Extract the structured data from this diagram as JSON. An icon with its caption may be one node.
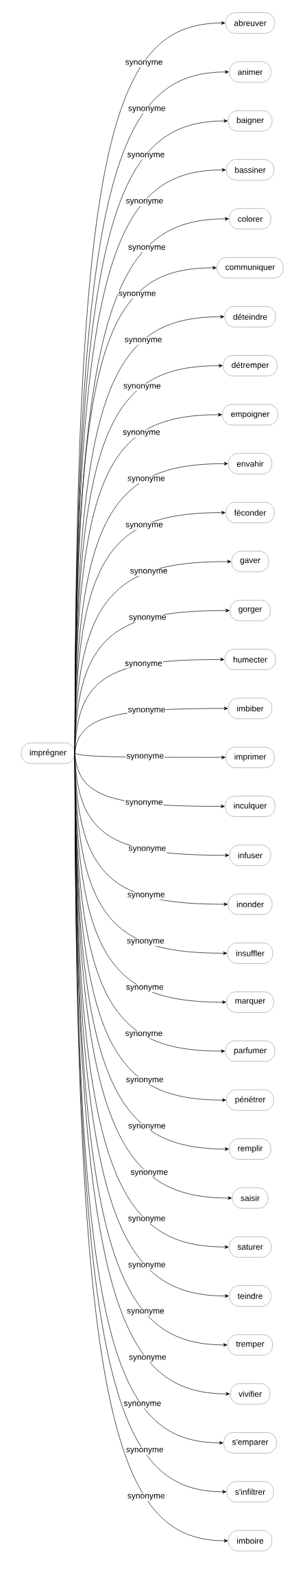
{
  "diagram": {
    "nodes": [
      {
        "text": [
          "imprégner"
        ]
      },
      {
        "text": [
          "abreuver"
        ]
      },
      {
        "text": [
          "animer"
        ]
      },
      {
        "text": [
          "baigner"
        ]
      },
      {
        "text": [
          "bassiner"
        ]
      },
      {
        "text": [
          "colorer"
        ]
      },
      {
        "text": [
          "communiquer"
        ]
      },
      {
        "text": [
          "déteindre"
        ]
      },
      {
        "text": [
          "détremper"
        ]
      },
      {
        "text": [
          "empoigner"
        ]
      },
      {
        "text": [
          "envahir"
        ]
      },
      {
        "text": [
          "féconder"
        ]
      },
      {
        "text": [
          "gaver"
        ]
      },
      {
        "text": [
          "gorger"
        ]
      },
      {
        "text": [
          "humecter"
        ]
      },
      {
        "text": [
          "imbiber"
        ]
      },
      {
        "text": [
          "imprimer"
        ]
      },
      {
        "text": [
          "inculquer"
        ]
      },
      {
        "text": [
          "infuser"
        ]
      },
      {
        "text": [
          "inonder"
        ]
      },
      {
        "text": [
          "insuffler"
        ]
      },
      {
        "text": [
          "marquer"
        ]
      },
      {
        "text": [
          "parfumer"
        ]
      },
      {
        "text": [
          "pénétrer"
        ]
      },
      {
        "text": [
          "remplir"
        ]
      },
      {
        "text": [
          "saisir"
        ]
      },
      {
        "text": [
          "saturer"
        ]
      },
      {
        "text": [
          "teindre"
        ]
      },
      {
        "text": [
          "tremper"
        ]
      },
      {
        "text": [
          "vivifier"
        ]
      },
      {
        "text": [
          "s'emparer"
        ]
      },
      {
        "text": [
          "s'infiltrer"
        ]
      },
      {
        "text": [
          "imboire"
        ]
      }
    ],
    "edges": [
      {
        "from": 0,
        "to": 1,
        "arrow": "to",
        "label": "synonyme"
      },
      {
        "from": 0,
        "to": 2,
        "arrow": "to",
        "label": "synonyme"
      },
      {
        "from": 0,
        "to": 3,
        "arrow": "to",
        "label": "synonyme"
      },
      {
        "from": 0,
        "to": 4,
        "arrow": "to",
        "label": "synonyme"
      },
      {
        "from": 0,
        "to": 5,
        "arrow": "to",
        "label": "synonyme"
      },
      {
        "from": 0,
        "to": 6,
        "arrow": "to",
        "label": "synonyme"
      },
      {
        "from": 0,
        "to": 7,
        "arrow": "to",
        "label": "synonyme"
      },
      {
        "from": 0,
        "to": 8,
        "arrow": "to",
        "label": "synonyme"
      },
      {
        "from": 0,
        "to": 9,
        "arrow": "to",
        "label": "synonyme"
      },
      {
        "from": 0,
        "to": 10,
        "arrow": "to",
        "label": "synonyme"
      },
      {
        "from": 0,
        "to": 11,
        "arrow": "to",
        "label": "synonyme"
      },
      {
        "from": 0,
        "to": 12,
        "arrow": "to",
        "label": "synonyme"
      },
      {
        "from": 0,
        "to": 13,
        "arrow": "to",
        "label": "synonyme"
      },
      {
        "from": 0,
        "to": 14,
        "arrow": "to",
        "label": "synonyme"
      },
      {
        "from": 0,
        "to": 15,
        "arrow": "to",
        "label": "synonyme"
      },
      {
        "from": 0,
        "to": 16,
        "arrow": "to",
        "label": "synonyme"
      },
      {
        "from": 0,
        "to": 17,
        "arrow": "to",
        "label": "synonyme"
      },
      {
        "from": 0,
        "to": 18,
        "arrow": "to",
        "label": "synonyme"
      },
      {
        "from": 0,
        "to": 19,
        "arrow": "to",
        "label": "synonyme"
      },
      {
        "from": 0,
        "to": 20,
        "arrow": "to",
        "label": "synonyme"
      },
      {
        "from": 0,
        "to": 21,
        "arrow": "to",
        "label": "synonyme"
      },
      {
        "from": 0,
        "to": 22,
        "arrow": "to",
        "label": "synonyme"
      },
      {
        "from": 0,
        "to": 23,
        "arrow": "to",
        "label": "synonyme"
      },
      {
        "from": 0,
        "to": 24,
        "arrow": "to",
        "label": "synonyme"
      },
      {
        "from": 0,
        "to": 25,
        "arrow": "to",
        "label": "synonyme"
      },
      {
        "from": 0,
        "to": 26,
        "arrow": "to",
        "label": "synonyme"
      },
      {
        "from": 0,
        "to": 27,
        "arrow": "to",
        "label": "synonyme"
      },
      {
        "from": 0,
        "to": 28,
        "arrow": "to",
        "label": "synonyme"
      },
      {
        "from": 0,
        "to": 29,
        "arrow": "to",
        "label": "synonyme"
      },
      {
        "from": 0,
        "to": 30,
        "arrow": "to",
        "label": "synonyme"
      },
      {
        "from": 0,
        "to": 31,
        "arrow": "to",
        "label": "synonyme"
      },
      {
        "from": 0,
        "to": 32,
        "arrow": "to",
        "label": "synonyme"
      }
    ]
  }
}
